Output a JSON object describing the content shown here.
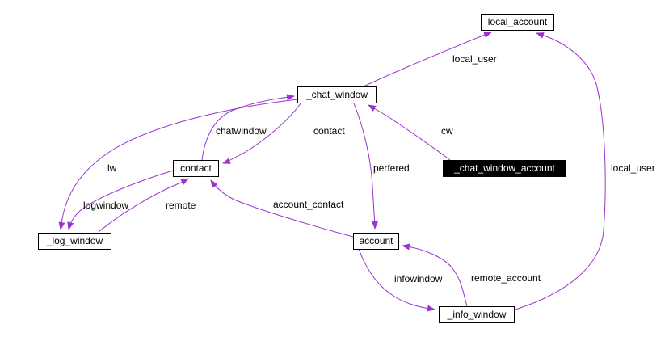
{
  "diagram": {
    "kind": "collaboration-graph",
    "colors": {
      "edge": "#9a32cd",
      "node_border": "#000000",
      "node_background": "#ffffff",
      "highlight_background": "#000000",
      "highlight_text": "#ffffff",
      "background": "#ffffff",
      "label_text": "#000000"
    },
    "nodes": [
      {
        "id": "local_account",
        "label": "local_account",
        "highlighted": false
      },
      {
        "id": "_chat_window",
        "label": "_chat_window",
        "highlighted": false
      },
      {
        "id": "contact",
        "label": "contact",
        "highlighted": false
      },
      {
        "id": "_chat_window_account",
        "label": "_chat_window_account",
        "highlighted": true
      },
      {
        "id": "_log_window",
        "label": "_log_window",
        "highlighted": false
      },
      {
        "id": "account",
        "label": "account",
        "highlighted": false
      },
      {
        "id": "_info_window",
        "label": "_info_window",
        "highlighted": false
      }
    ],
    "edges": [
      {
        "id": "chatwindow",
        "from": "contact",
        "to": "_chat_window",
        "label": "chatwindow"
      },
      {
        "id": "logwindow",
        "from": "_chat_window",
        "to": "_log_window",
        "label": "logwindow"
      },
      {
        "id": "lw",
        "from": "contact",
        "to": "_log_window",
        "label": "lw"
      },
      {
        "id": "remote",
        "from": "_log_window",
        "to": "contact",
        "label": "remote"
      },
      {
        "id": "contact_member",
        "from": "_chat_window",
        "to": "contact",
        "label": "contact"
      },
      {
        "id": "cw",
        "from": "_chat_window_account",
        "to": "_chat_window",
        "label": "cw"
      },
      {
        "id": "local_user_chat",
        "from": "_chat_window",
        "to": "local_account",
        "label": "local_user"
      },
      {
        "id": "perfered",
        "from": "_chat_window",
        "to": "account",
        "label": "perfered"
      },
      {
        "id": "account_contact",
        "from": "account",
        "to": "contact",
        "label": "account_contact"
      },
      {
        "id": "infowindow",
        "from": "account",
        "to": "_info_window",
        "label": "infowindow"
      },
      {
        "id": "remote_account",
        "from": "_info_window",
        "to": "account",
        "label": "remote_account"
      },
      {
        "id": "local_user_info",
        "from": "_info_window",
        "to": "local_account",
        "label": "local_user"
      }
    ]
  }
}
